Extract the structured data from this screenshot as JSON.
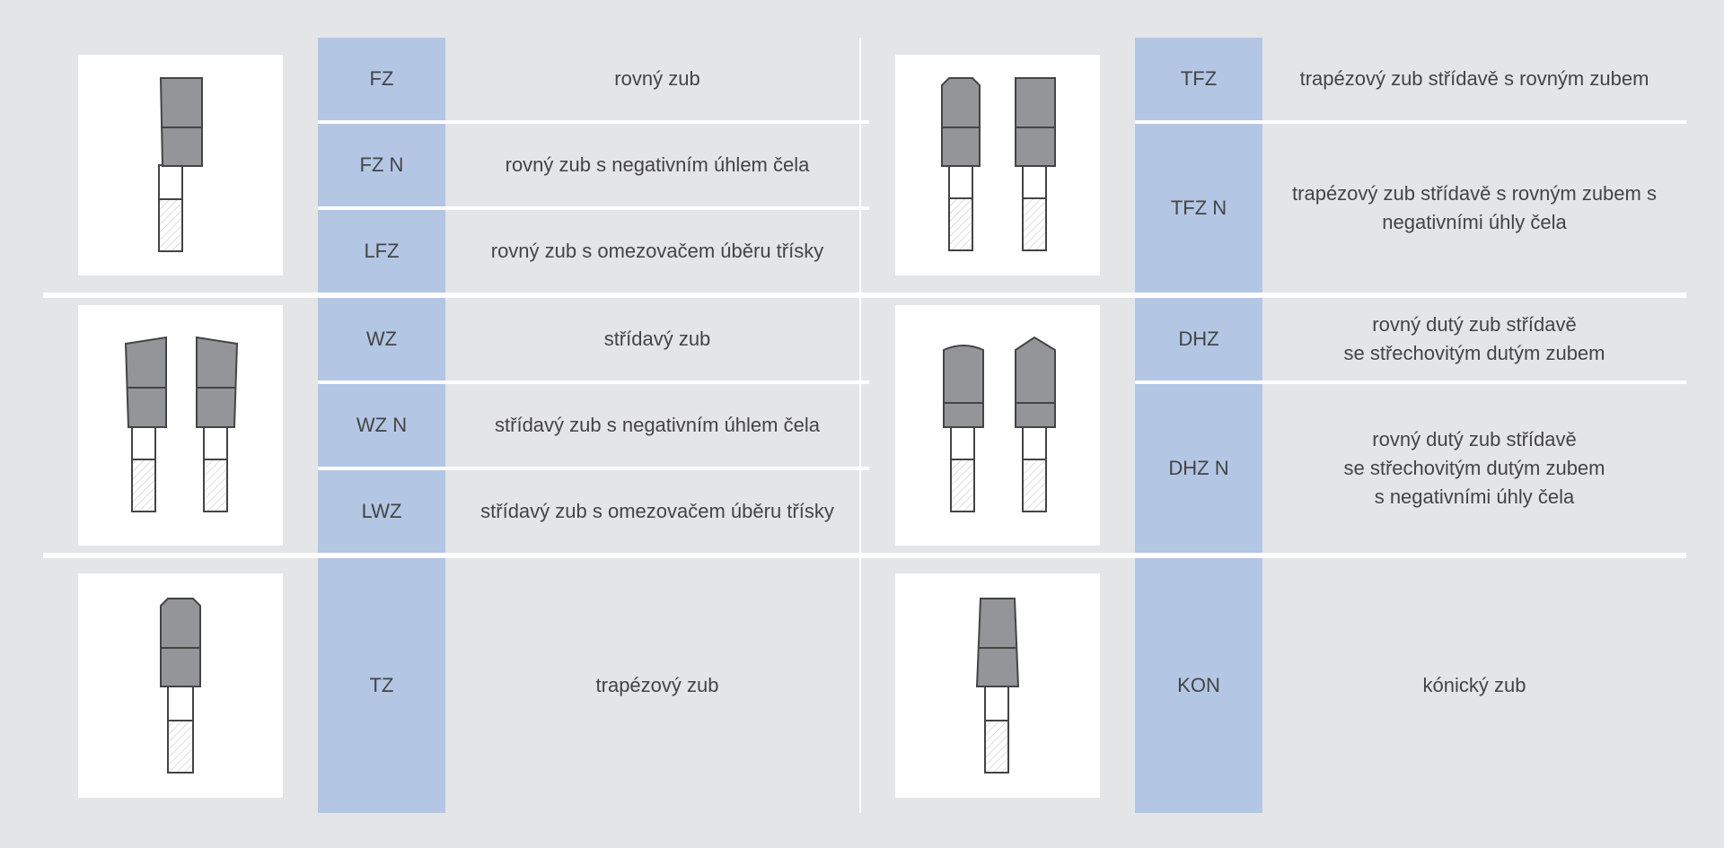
{
  "colors": {
    "background": "#e4e5e7",
    "code_cell": "#b3c6e4",
    "tooth_fill": "#939598",
    "divider": "#ffffff"
  },
  "left": {
    "groups": [
      {
        "rows": [
          {
            "code": "FZ",
            "desc": "rovný zub"
          },
          {
            "code": "FZ N",
            "desc": "rovný zub s negativním úhlem čela"
          },
          {
            "code": "LFZ",
            "desc": "rovný zub s omezovačem úběru třísky"
          }
        ]
      },
      {
        "rows": [
          {
            "code": "WZ",
            "desc": "střídavý zub"
          },
          {
            "code": "WZ N",
            "desc": "střídavý zub s negativním úhlem čela"
          },
          {
            "code": "LWZ",
            "desc": "střídavý zub s omezovačem úběru třísky"
          }
        ]
      },
      {
        "rows": [
          {
            "code": "TZ",
            "desc": "trapézový zub"
          }
        ]
      }
    ]
  },
  "right": {
    "groups": [
      {
        "rows": [
          {
            "code": "TFZ",
            "desc": "trapézový zub střídavě s rovným zubem"
          },
          {
            "code": "TFZ N",
            "desc": "trapézový zub střídavě s rovným zubem s negativními úhly čela"
          }
        ]
      },
      {
        "rows": [
          {
            "code": "DHZ",
            "desc": "rovný dutý zub střídavě\nse střechovitým dutým zubem"
          },
          {
            "code": "DHZ N",
            "desc": "rovný dutý zub střídavě\nse střechovitým dutým zubem\ns negativními úhly čela"
          }
        ]
      },
      {
        "rows": [
          {
            "code": "KON",
            "desc": "kónický zub"
          }
        ]
      }
    ]
  }
}
